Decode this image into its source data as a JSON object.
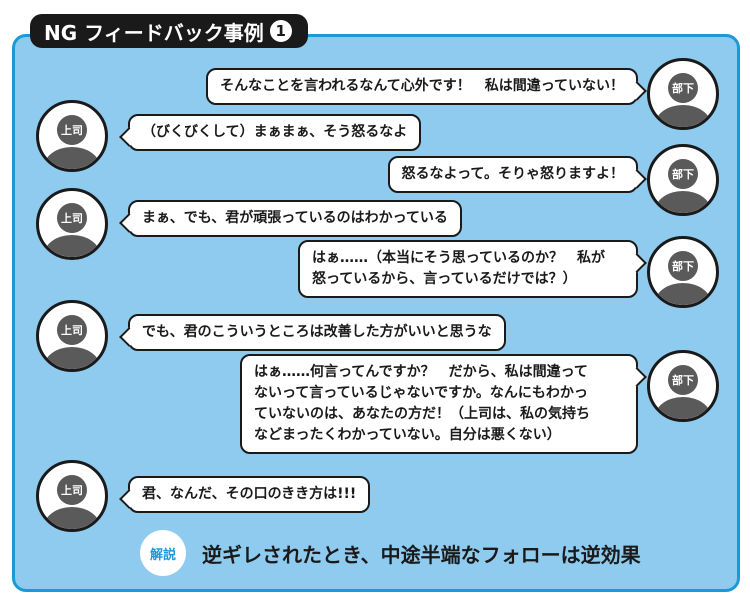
{
  "title": {
    "text": "NG フィードバック事例",
    "num": "1"
  },
  "roles": {
    "subordinate": "部下",
    "boss": "上司"
  },
  "dialogue": [
    {
      "speaker": "部下",
      "lines": [
        "そんなことを言われるなんて心外です！　私は間違っていない！"
      ]
    },
    {
      "speaker": "上司",
      "lines": [
        "（びくびくして）まぁまぁ、そう怒るなよ"
      ]
    },
    {
      "speaker": "部下",
      "lines": [
        "怒るなよって。そりゃ怒りますよ！"
      ]
    },
    {
      "speaker": "上司",
      "lines": [
        "まぁ、でも、君が頑張っているのはわかっている"
      ]
    },
    {
      "speaker": "部下",
      "lines": [
        "はぁ……（本当にそう思っているのか？　私が",
        "怒っているから、言っているだけでは？）"
      ]
    },
    {
      "speaker": "上司",
      "lines": [
        "でも、君のこういうところは改善した方がいいと思うな"
      ]
    },
    {
      "speaker": "部下",
      "lines": [
        "はぁ……何言ってんですか？　だから、私は間違って",
        "ないって言っているじゃないですか。なんにもわかっ",
        "ていないのは、あなたの方だ！（上司は、私の気持ち",
        "などまったくわかっていない。自分は悪くない）"
      ]
    },
    {
      "speaker": "上司",
      "lines": [
        "君、なんだ、その口のきき方は!!!"
      ]
    }
  ],
  "summary": {
    "badge": "解説",
    "text": "逆ギレされたとき、中途半端なフォローは逆効果"
  },
  "colors": {
    "panel": "#8ecbef",
    "border": "#1b9ad8",
    "ink": "#1a1a1a"
  }
}
